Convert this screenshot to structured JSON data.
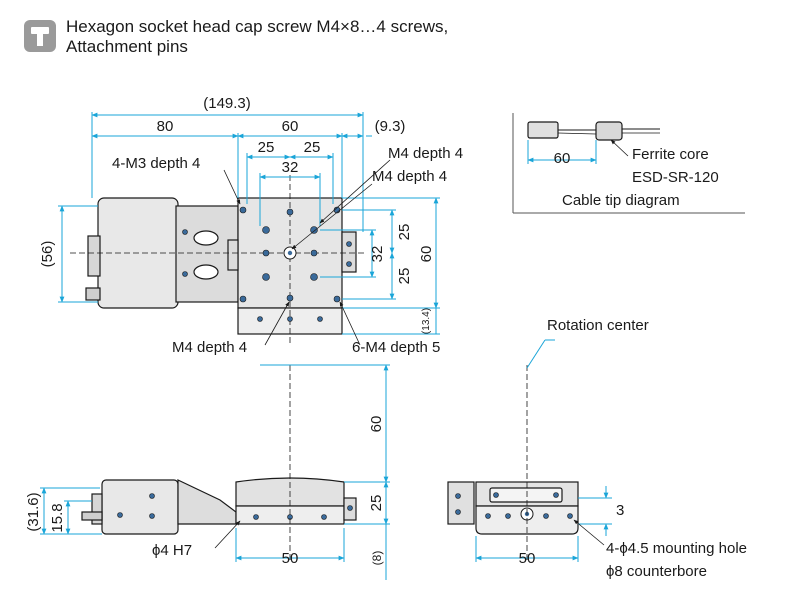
{
  "header": {
    "line1": "Hexagon socket head cap screw M4×8…4 screws,",
    "line2": "Attachment pins",
    "icon": "screw-icon"
  },
  "top_view": {
    "dim_overall": "(149.3)",
    "dim_left": "80",
    "dim_center": "60",
    "dim_right": "(9.3)",
    "dim_25a": "25",
    "dim_25b": "25",
    "dim_32": "32",
    "dim_56": "(56)",
    "dim_v25a": "25",
    "dim_v32": "32",
    "dim_v25b": "25",
    "dim_v60": "60",
    "dim_134": "(13.4)",
    "callout_m3": "4-M3 depth 4",
    "callout_m4_a": "M4 depth 4",
    "callout_m4_b": "M4 depth 4",
    "callout_m4_bottom": "M4 depth 4",
    "callout_6m4": "6-M4 depth 5"
  },
  "cable_tip": {
    "dim": "60",
    "ferrite_label": "Ferrite core",
    "part_no": "ESD-SR-120",
    "caption": "Cable tip diagram"
  },
  "side_view": {
    "dim_316": "(31.6)",
    "dim_158": "15.8",
    "dim_60": "60",
    "dim_25": "25",
    "dim_8": "(8)",
    "dim_50": "50",
    "callout_pin": "ϕ4 H7"
  },
  "end_view": {
    "rotation_center": "Rotation center",
    "dim_3": "3",
    "dim_50": "50",
    "callout_holes": "4-ϕ4.5 mounting hole",
    "callout_counterbore": "ϕ8 counterbore"
  },
  "colors": {
    "dimension": "#1aa5d8",
    "outline": "#1a1a1a",
    "stage": "#e6e6e6",
    "screw": "#3a6a9a"
  }
}
